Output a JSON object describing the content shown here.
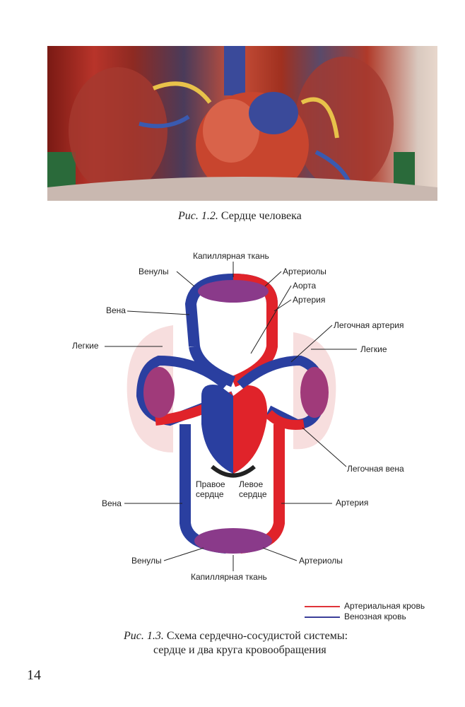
{
  "figure_1_2": {
    "number": "Рис. 1.2.",
    "caption": "Сердце человека"
  },
  "figure_1_3": {
    "number": "Рис. 1.3.",
    "caption_line1": "Схема сердечно-сосудистой системы:",
    "caption_line2": "сердце и два круга кровообращения",
    "labels": {
      "capillary_top": "Капиллярная ткань",
      "venules_top": "Венулы",
      "arterioles_top": "Артериолы",
      "aorta": "Аорта",
      "artery_top": "Артерия",
      "vein_top": "Вена",
      "pulmonary_artery": "Легочная артерия",
      "lungs_left": "Легкие",
      "lungs_right": "Легкие",
      "pulmonary_vein": "Легочная вена",
      "right_heart_1": "Правое",
      "right_heart_2": "сердце",
      "left_heart_1": "Левое",
      "left_heart_2": "сердце",
      "vein_bottom": "Вена",
      "artery_bottom": "Артерия",
      "venules_bottom": "Венулы",
      "arterioles_bottom": "Артериолы",
      "capillary_bottom": "Капиллярная ткань"
    },
    "legend": [
      {
        "label": "Артериальная кровь",
        "color": "#e0343a"
      },
      {
        "label": "Венозная кровь",
        "color": "#3b3f9a"
      }
    ]
  },
  "page_number": "14"
}
